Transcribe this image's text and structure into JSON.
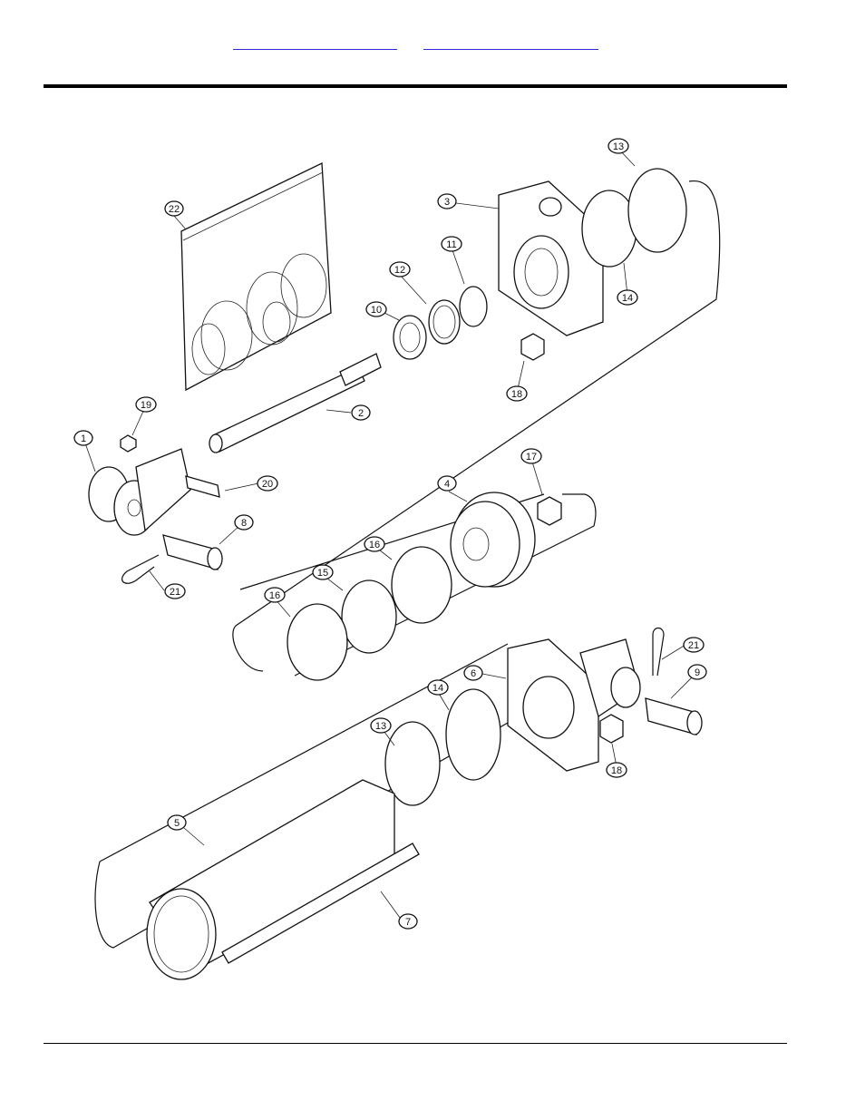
{
  "header": {
    "links": [
      {
        "text": ""
      },
      {
        "text": ""
      }
    ]
  },
  "callouts": [
    {
      "id": "1",
      "label": "1"
    },
    {
      "id": "2",
      "label": "2"
    },
    {
      "id": "3",
      "label": "3"
    },
    {
      "id": "4",
      "label": "4"
    },
    {
      "id": "5",
      "label": "5"
    },
    {
      "id": "6",
      "label": "6"
    },
    {
      "id": "7",
      "label": "7"
    },
    {
      "id": "8",
      "label": "8"
    },
    {
      "id": "9",
      "label": "9"
    },
    {
      "id": "10",
      "label": "10"
    },
    {
      "id": "11",
      "label": "11"
    },
    {
      "id": "12",
      "label": "12"
    },
    {
      "id": "13a",
      "label": "13"
    },
    {
      "id": "13b",
      "label": "13"
    },
    {
      "id": "14a",
      "label": "14"
    },
    {
      "id": "14b",
      "label": "14"
    },
    {
      "id": "15",
      "label": "15"
    },
    {
      "id": "16a",
      "label": "16"
    },
    {
      "id": "16b",
      "label": "16"
    },
    {
      "id": "17",
      "label": "17"
    },
    {
      "id": "18a",
      "label": "18"
    },
    {
      "id": "18b",
      "label": "18"
    },
    {
      "id": "19",
      "label": "19"
    },
    {
      "id": "20",
      "label": "20"
    },
    {
      "id": "21a",
      "label": "21"
    },
    {
      "id": "21b",
      "label": "21"
    },
    {
      "id": "22",
      "label": "22"
    }
  ],
  "colors": {
    "link": "#2a2ad8",
    "ink": "#111111"
  }
}
